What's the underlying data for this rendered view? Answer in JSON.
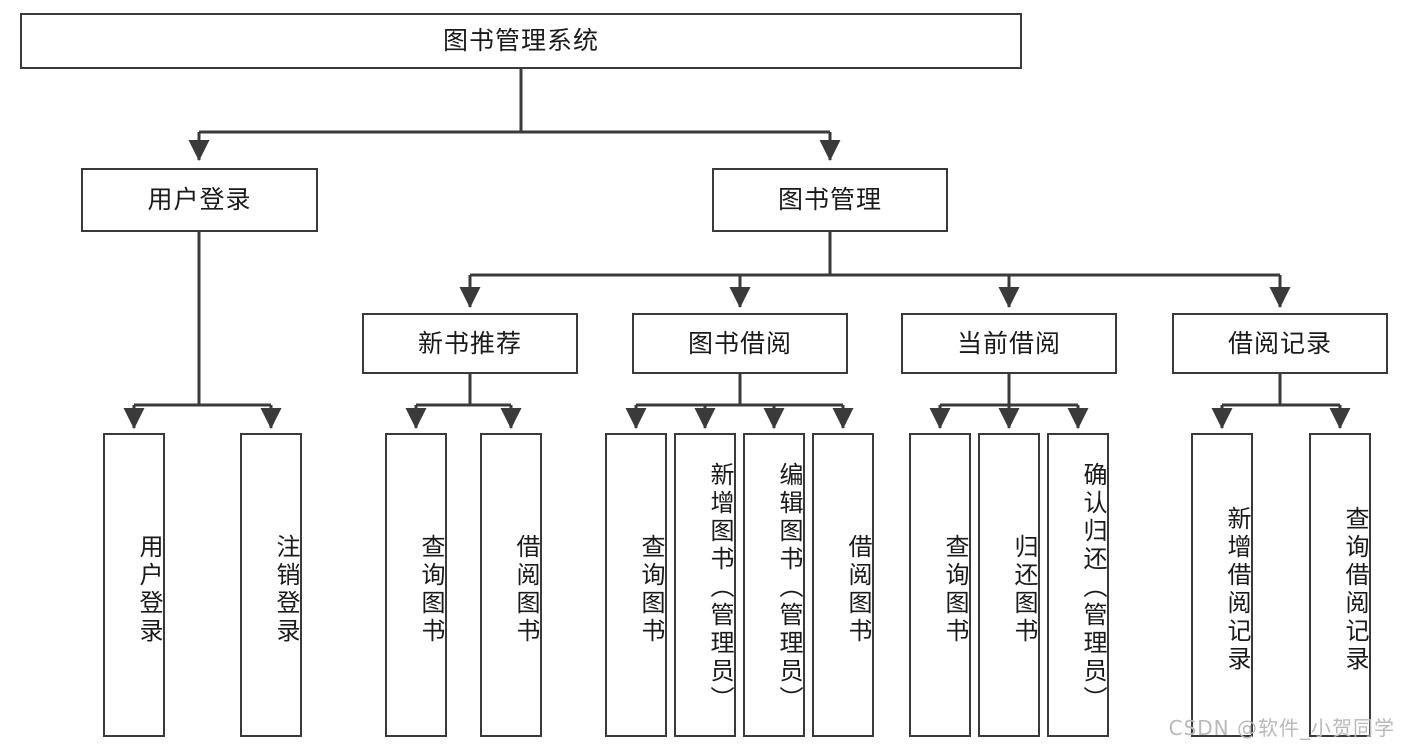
{
  "diagram": {
    "type": "tree",
    "title": "图书管理系统",
    "root": {
      "label": "图书管理系统"
    },
    "level2": [
      {
        "label": "用户登录"
      },
      {
        "label": "图书管理"
      }
    ],
    "level3": [
      {
        "label": "新书推荐"
      },
      {
        "label": "图书借阅"
      },
      {
        "label": "当前借阅"
      },
      {
        "label": "借阅记录"
      }
    ],
    "leaves": {
      "user_login": [
        {
          "label": "用户登录"
        },
        {
          "label": "注销登录"
        }
      ],
      "new_book_recommend": [
        {
          "label": "查询图书"
        },
        {
          "label": "借阅图书"
        }
      ],
      "book_borrow": [
        {
          "label": "查询图书"
        },
        {
          "label": "新增图书（管理员）"
        },
        {
          "label": "编辑图书（管理员）"
        },
        {
          "label": "借阅图书"
        }
      ],
      "current_borrow": [
        {
          "label": "查询图书"
        },
        {
          "label": "归还图书"
        },
        {
          "label": "确认归还（管理员）"
        }
      ],
      "borrow_record": [
        {
          "label": "新增借阅记录"
        },
        {
          "label": "查询借阅记录"
        }
      ]
    }
  },
  "watermark": {
    "text": "CSDN @软件_小贺同学"
  },
  "colors": {
    "stroke": "#3a3a3a",
    "box_fill": "#ffffff",
    "text": "#1a1a1a",
    "watermark": "#b9b9b9",
    "background": "#ffffff"
  }
}
